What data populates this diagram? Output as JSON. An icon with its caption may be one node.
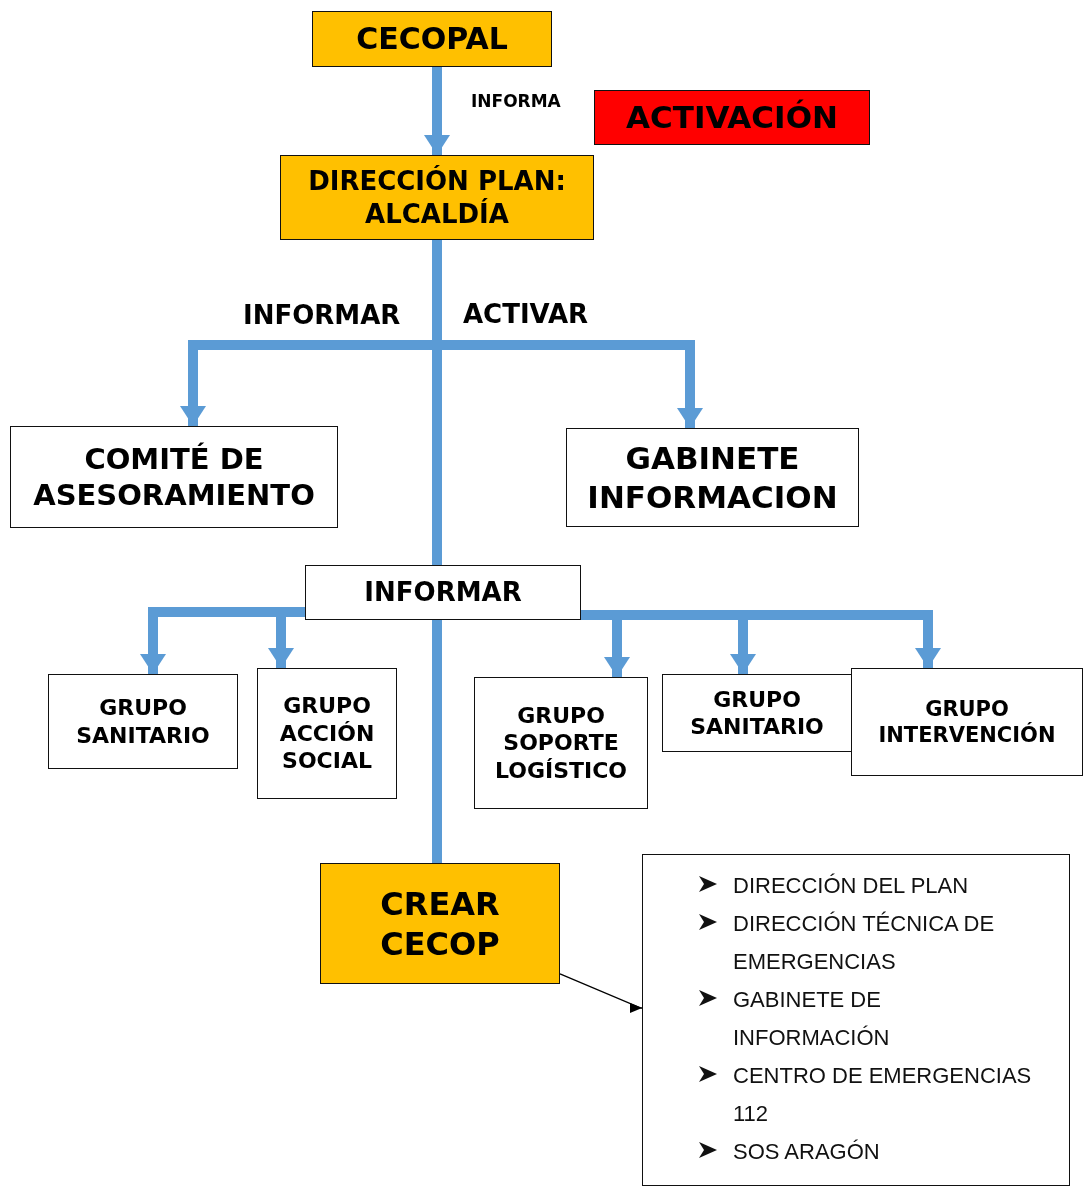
{
  "diagram": {
    "nodes": [
      {
        "text": [
          "CECOPAL"
        ]
      },
      {
        "text": [
          "ACTIVACIÓN"
        ]
      },
      {
        "text": [
          "DIRECCIÓN PLAN: ALCALDÍA"
        ]
      },
      {
        "text": [
          "COMITÉ DE ASESORAMIENTO"
        ]
      },
      {
        "text": [
          "GABINETE INFORMACION"
        ]
      },
      {
        "text": [
          "INFORMAR"
        ]
      },
      {
        "text": [
          "GRUPO SANITARIO"
        ]
      },
      {
        "text": [
          "GRUPO ACCIÓN SOCIAL"
        ]
      },
      {
        "text": [
          "GRUPO SOPORTE LOGÍSTICO"
        ]
      },
      {
        "text": [
          "GRUPO SANITARIO"
        ]
      },
      {
        "text": [
          "GRUPO INTERVENCIÓN"
        ]
      },
      {
        "text": [
          "CREAR CECOP"
        ]
      },
      {
        "text": [
          "DIRECCIÓN DEL PLAN",
          "DIRECCIÓN TÉCNICA DE EMERGENCIAS",
          "GABINETE DE INFORMACIÓN",
          "CENTRO DE EMERGENCIAS 112",
          "SOS ARAGÓN"
        ]
      }
    ],
    "edges": [
      {
        "from": 0,
        "to": 2,
        "arrow": "to",
        "label": "INFORMA"
      },
      {
        "from": 2,
        "to": 3,
        "arrow": "to",
        "label": "INFORMAR"
      },
      {
        "from": 2,
        "to": 4,
        "arrow": "to",
        "label": "ACTIVAR"
      },
      {
        "from": 2,
        "to": 5,
        "arrow": "none"
      },
      {
        "from": 5,
        "to": 11,
        "arrow": "none"
      },
      {
        "from": 5,
        "to": 6,
        "arrow": "to"
      },
      {
        "from": 5,
        "to": 7,
        "arrow": "to"
      },
      {
        "from": 5,
        "to": 8,
        "arrow": "to"
      },
      {
        "from": 5,
        "to": 9,
        "arrow": "to"
      },
      {
        "from": 5,
        "to": 10,
        "arrow": "to"
      },
      {
        "from": 11,
        "to": 12,
        "arrow": "to",
        "color": "#000000"
      }
    ]
  }
}
